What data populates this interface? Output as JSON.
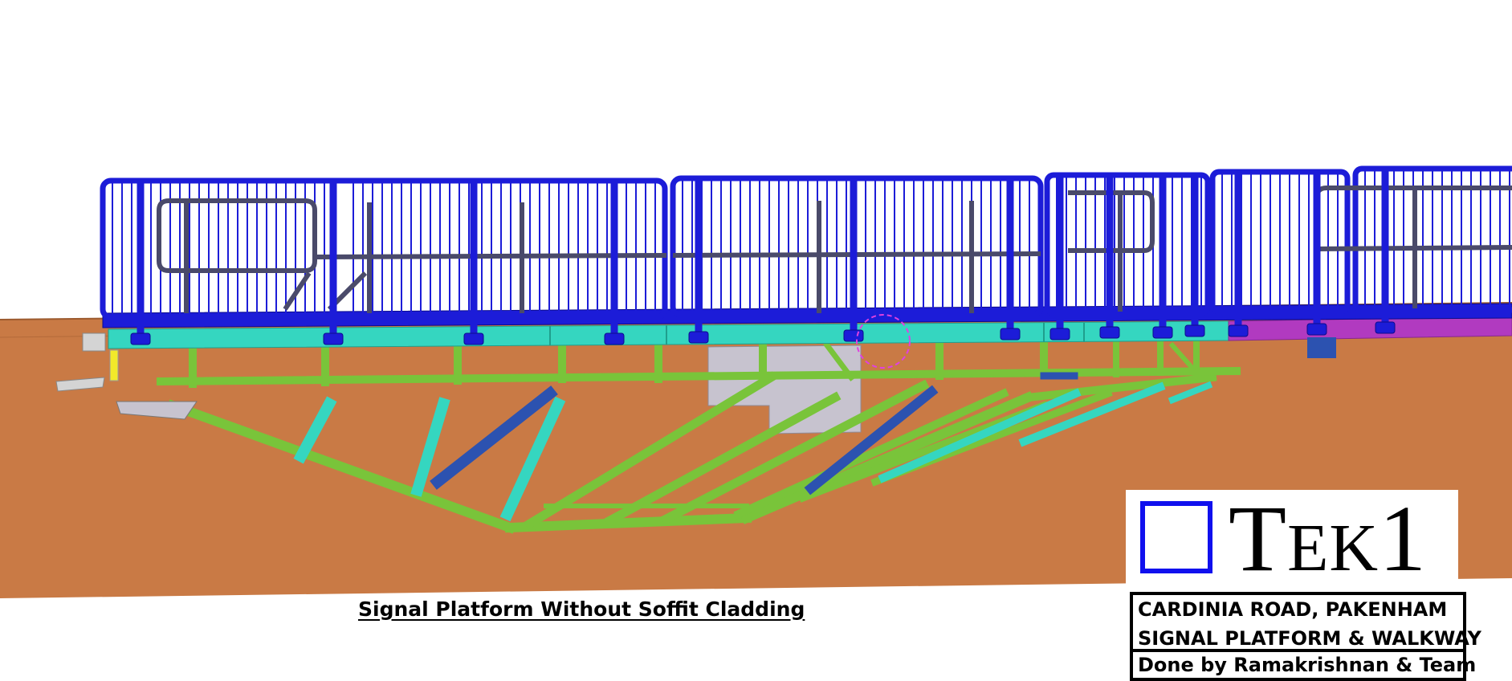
{
  "drawing": {
    "caption": "Signal Platform Without Soffit Cladding"
  },
  "title_block": {
    "logo_square_color": "#1010ee",
    "logo_text": "Tek1",
    "project_line_1": "CARDINIA ROAD, PAKENHAM",
    "project_line_2": "SIGNAL PLATFORM & WALKWAY",
    "credit": "Done by Ramakrishnan & Team"
  },
  "colors": {
    "ground": "#c97a45",
    "handrail": "#1c1cd8",
    "platform_beam": "#35d6c0",
    "truss": "#79c43a",
    "walkway_deck": "#b13ac0"
  }
}
